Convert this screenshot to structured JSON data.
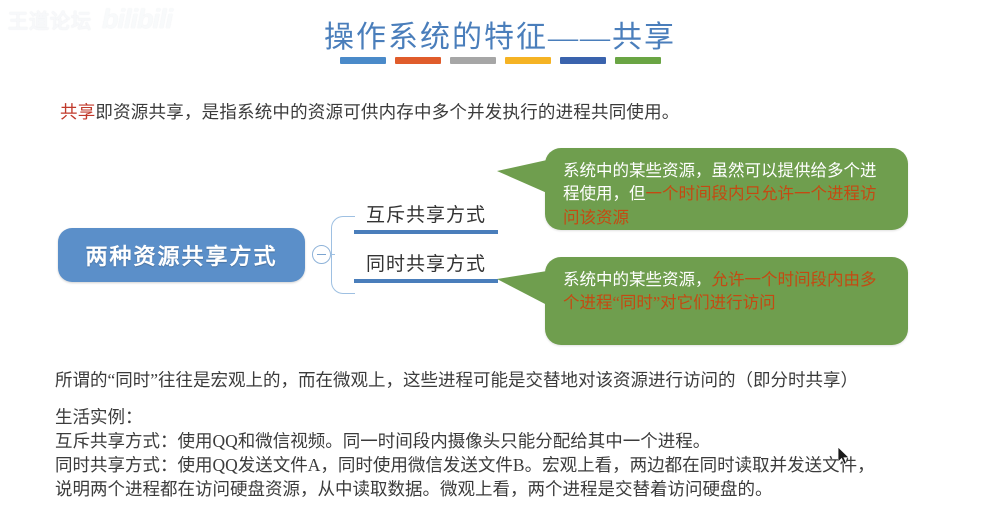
{
  "watermark": {
    "text": "王道论坛",
    "logo": "bilibili"
  },
  "title": {
    "text": "操作系统的特征——共享",
    "color": "#4a7ebb",
    "bars": [
      {
        "name": "bar-blue",
        "color": "#4a8ac9"
      },
      {
        "name": "bar-orange",
        "color": "#e05c2b"
      },
      {
        "name": "bar-gray",
        "color": "#a6a6a6"
      },
      {
        "name": "bar-yellow",
        "color": "#f5b324"
      },
      {
        "name": "bar-darkblue",
        "color": "#3a63ad"
      },
      {
        "name": "bar-green",
        "color": "#6aa544"
      }
    ]
  },
  "intro": {
    "keyword": "共享",
    "keyword_color": "#c0392b",
    "rest": "即资源共享，是指系统中的资源可供内存中多个并发执行的进程共同使用。"
  },
  "mindmap": {
    "root_label": "两种资源共享方式",
    "root_color": "#5b8fc9",
    "toggle_icon": "minus-circle-icon",
    "branches": [
      {
        "label": "互斥共享方式"
      },
      {
        "label": "同时共享方式"
      }
    ],
    "branch_underline_color": "#4a7ebb"
  },
  "callouts": [
    {
      "name": "callout-mutual-exclusive",
      "bg_color": "#6f9e4e",
      "plain": "系统中的某些资源，虽然可以提供给多个进程使用，但",
      "highlight": "一个时间段内只允许一个进程访问该资源",
      "highlight_color": "#c44a12"
    },
    {
      "name": "callout-simultaneous",
      "bg_color": "#6f9e4e",
      "plain": "系统中的某些资源，",
      "highlight": "允许一个时间段内由多个进程“同时”对它们进行访问",
      "highlight_color": "#c44a12"
    }
  ],
  "bottom": {
    "line1": "所谓的“同时”往往是宏观上的，而在微观上，这些进程可能是交替地对该资源进行访问的（即分时共享）",
    "line2": "生活实例：",
    "line3": "互斥共享方式：使用QQ和微信视频。同一时间段内摄像头只能分配给其中一个进程。",
    "line4": "同时共享方式：使用QQ发送文件A，同时使用微信发送文件B。宏观上看，两边都在同时读取并发送文件，",
    "line5": "说明两个进程都在访问硬盘资源，从中读取数据。微观上看，两个进程是交替着访问硬盘的。"
  }
}
